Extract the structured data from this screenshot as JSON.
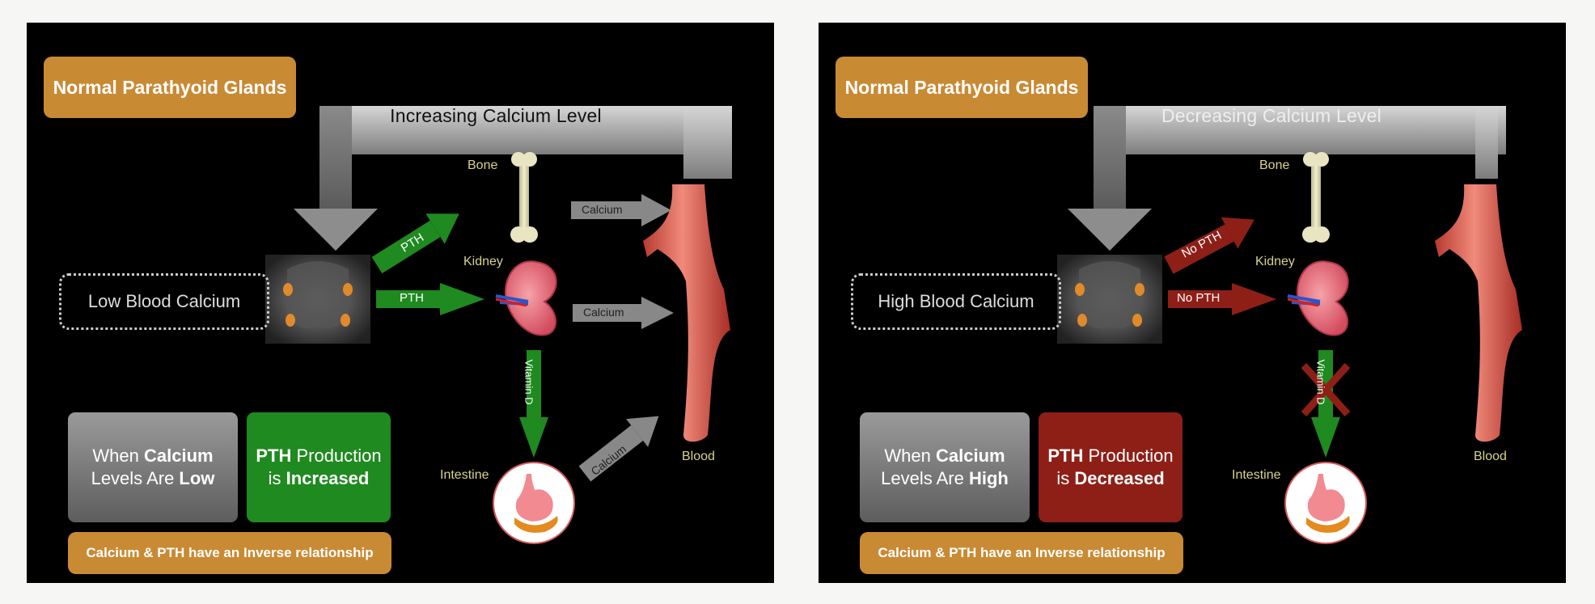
{
  "panels": [
    {
      "title": "Normal Parathyoid Glands",
      "flow_label": "Increasing Calcium Level",
      "condition": "Low Blood Calcium",
      "labels": {
        "bone": "Bone",
        "kidney": "Kidney",
        "intestine": "Intestine",
        "blood": "Blood"
      },
      "arrows": {
        "to_bone": "PTH",
        "to_kidney": "PTH",
        "vitamin": "Vitamin D",
        "bone_calcium": "Calcium",
        "kidney_calcium": "Calcium",
        "intestine_calcium": "Calcium"
      },
      "when": {
        "pre1": "When ",
        "bold1": "Calcium",
        "pre2": "Levels Are ",
        "bold2": "Low"
      },
      "pth": {
        "bold1": "PTH",
        "post1": " Production",
        "pre2": "is ",
        "bold2": "Increased"
      },
      "footer": "Calcium & PTH have an Inverse relationship",
      "colors": {
        "pth_arrow": "#1f8a1f",
        "pth_box": "#1f8a1f"
      }
    },
    {
      "title": "Normal Parathyoid Glands",
      "flow_label": "Decreasing Calcium Level",
      "condition": "High Blood Calcium",
      "labels": {
        "bone": "Bone",
        "kidney": "Kidney",
        "intestine": "Intestine",
        "blood": "Blood"
      },
      "arrows": {
        "to_bone": "No PTH",
        "to_kidney": "No PTH",
        "vitamin": "Vitamin D"
      },
      "when": {
        "pre1": "When ",
        "bold1": "Calcium",
        "pre2": "Levels Are ",
        "bold2": "High"
      },
      "pth": {
        "bold1": "PTH",
        "post1": " Production",
        "pre2": "is ",
        "bold2": "Decreased"
      },
      "footer": "Calcium & PTH have an Inverse relationship",
      "colors": {
        "pth_arrow": "#8e1f17",
        "pth_box": "#8e1f17"
      }
    }
  ]
}
